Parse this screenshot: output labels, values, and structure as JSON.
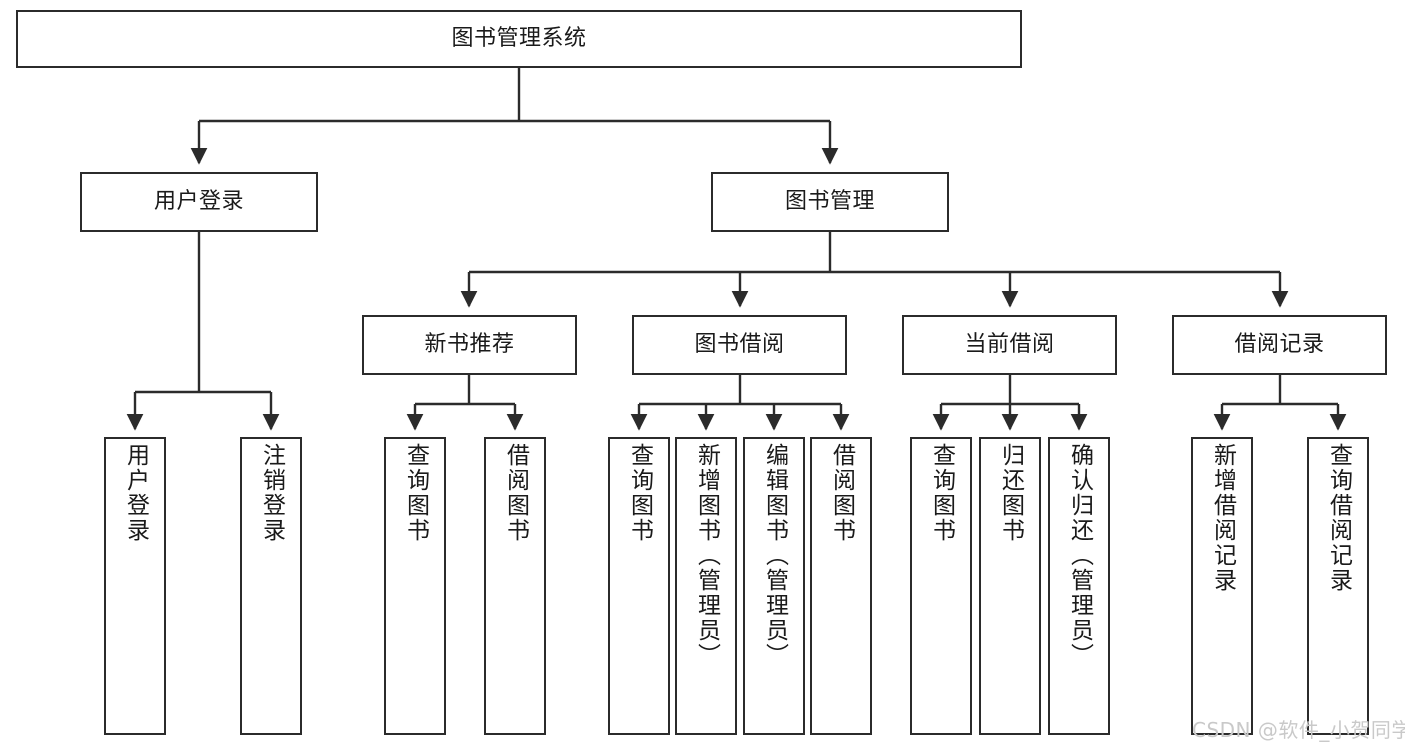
{
  "diagram": {
    "title": "图书管理系统",
    "type": "tree-hierarchy-chart",
    "root": {
      "id": "root",
      "label": "图书管理系统"
    },
    "level2": [
      {
        "id": "user-login",
        "label": "用户登录"
      },
      {
        "id": "book-management",
        "label": "图书管理"
      }
    ],
    "level3": [
      {
        "id": "new-book-recommend",
        "label": "新书推荐"
      },
      {
        "id": "book-borrow",
        "label": "图书借阅"
      },
      {
        "id": "current-borrow",
        "label": "当前借阅"
      },
      {
        "id": "borrow-record",
        "label": "借阅记录"
      }
    ],
    "leaves": {
      "user_login": [
        {
          "id": "leaf-user-login",
          "label": "用户登录"
        },
        {
          "id": "leaf-logout-login",
          "label": "注销登录"
        }
      ],
      "new_book_recommend": [
        {
          "id": "leaf-query-book-1",
          "label": "查询图书"
        },
        {
          "id": "leaf-borrow-book-1",
          "label": "借阅图书"
        }
      ],
      "book_borrow": [
        {
          "id": "leaf-query-book-2",
          "label": "查询图书"
        },
        {
          "id": "leaf-add-book",
          "label": "新增图书（管理员）"
        },
        {
          "id": "leaf-edit-book",
          "label": "编辑图书（管理员）"
        },
        {
          "id": "leaf-borrow-book-2",
          "label": "借阅图书"
        }
      ],
      "current_borrow": [
        {
          "id": "leaf-query-book-3",
          "label": "查询图书"
        },
        {
          "id": "leaf-return-book",
          "label": "归还图书"
        },
        {
          "id": "leaf-confirm-return",
          "label": "确认归还（管理员）"
        }
      ],
      "borrow_record": [
        {
          "id": "leaf-add-borrow-record",
          "label": "新增借阅记录"
        },
        {
          "id": "leaf-query-borrow-record",
          "label": "查询借阅记录"
        }
      ]
    },
    "colors": {
      "stroke": "#2b2b2b",
      "fill": "#ffffff",
      "text": "#1a1a1a",
      "watermark": "#c9c9c9"
    }
  },
  "watermark": {
    "text": "CSDN @软件_小贺同学"
  }
}
